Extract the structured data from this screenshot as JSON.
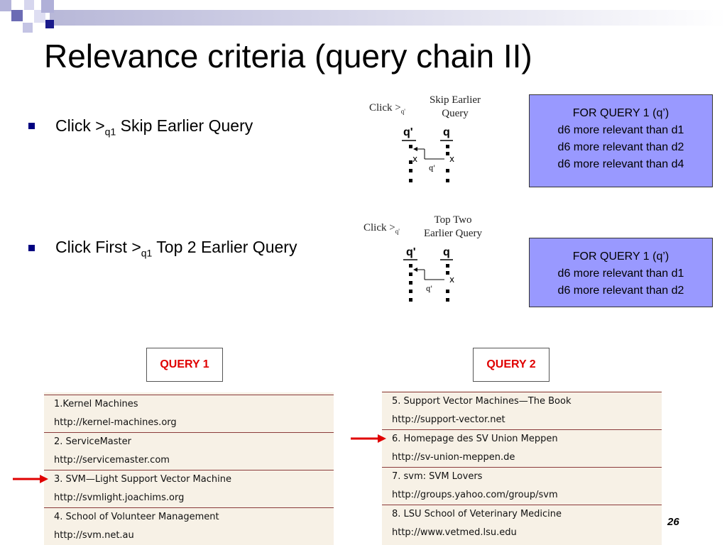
{
  "slide": {
    "title": "Relevance criteria (query chain II)",
    "page_number": "26",
    "accent_color": "#000080",
    "box_color": "#9999ff",
    "label_color": "#e00000"
  },
  "bullets": [
    {
      "prefix": "Click >",
      "sub": "q1",
      "suffix": " Skip Earlier Query"
    },
    {
      "prefix": "Click First >",
      "sub": "q1",
      "suffix": " Top 2 Earlier Query"
    }
  ],
  "figures": [
    {
      "click_text": "Click >",
      "click_sub": "q'",
      "title_lines": [
        "Skip Earlier",
        "Query"
      ],
      "col_left": "q'",
      "col_right": "q",
      "mark_left": "x",
      "mark_right": "x",
      "arrow_label": "q'"
    },
    {
      "click_text": "Click >",
      "click_sub": "q'",
      "title_lines": [
        "Top Two",
        "Earlier Query"
      ],
      "col_left": "q'",
      "col_right": "q",
      "mark_right": "x",
      "arrow_label": "q'"
    }
  ],
  "boxes": [
    {
      "lines": [
        "FOR QUERY 1 (q’)",
        "d6 more relevant than d1",
        "d6 more relevant than d2",
        "d6 more relevant than d4"
      ]
    },
    {
      "lines": [
        "FOR QUERY 1 (q’)",
        "d6 more relevant than d1",
        "d6 more relevant than d2"
      ]
    }
  ],
  "query_labels": [
    "QUERY 1",
    "QUERY 2"
  ],
  "query1_results": [
    {
      "title": "1.Kernel Machines",
      "url": "http://kernel-machines.org"
    },
    {
      "title": "2. ServiceMaster",
      "url": "http://servicemaster.com"
    },
    {
      "title": "3. SVM—Light Support Vector Machine",
      "url": "http://svmlight.joachims.org"
    },
    {
      "title": "4. School of Volunteer Management",
      "url": "http://svm.net.au"
    }
  ],
  "query2_results": [
    {
      "title": "5. Support Vector Machines—The Book",
      "url": "http://support-vector.net"
    },
    {
      "title": "6. Homepage des SV Union Meppen",
      "url": "http://sv-union-meppen.de"
    },
    {
      "title": "7. svm: SVM Lovers",
      "url": "http://groups.yahoo.com/group/svm"
    },
    {
      "title": "8. LSU School of Veterinary Medicine",
      "url": "http://www.vetmed.lsu.edu"
    }
  ]
}
